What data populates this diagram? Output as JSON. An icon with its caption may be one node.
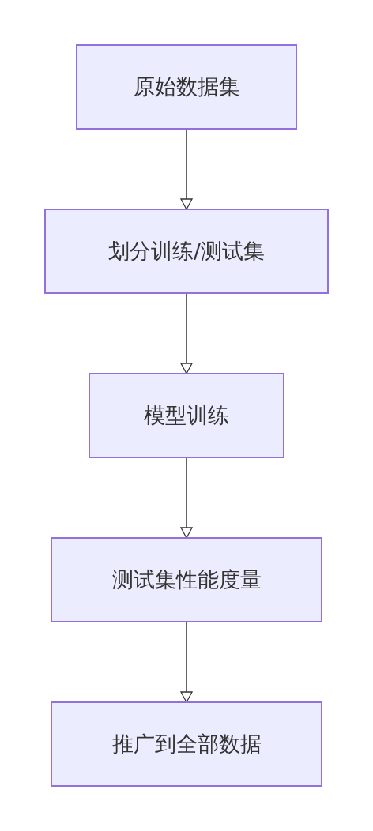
{
  "diagram": {
    "nodes": [
      {
        "text": [
          "原始数据集"
        ]
      },
      {
        "text": [
          "划分训练/测试集"
        ]
      },
      {
        "text": [
          "模型训练"
        ]
      },
      {
        "text": [
          "测试集性能度量"
        ]
      },
      {
        "text": [
          "推广到全部数据"
        ]
      }
    ],
    "edges": [
      {
        "from": 0,
        "to": 1,
        "arrow": "to"
      },
      {
        "from": 1,
        "to": 2,
        "arrow": "to"
      },
      {
        "from": 2,
        "to": 3,
        "arrow": "to"
      },
      {
        "from": 3,
        "to": 4,
        "arrow": "to"
      }
    ]
  }
}
